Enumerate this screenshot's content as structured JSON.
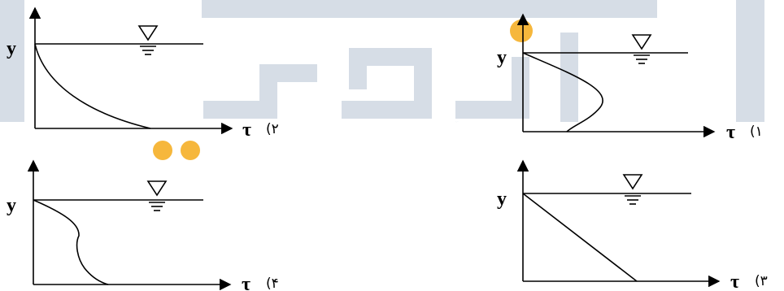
{
  "colors": {
    "watermark_gray": "#d6dde6",
    "watermark_orange": "#f6b73c",
    "ink": "#000000"
  },
  "watermark_text": "اقدم یار",
  "panels": [
    {
      "number": "(۱",
      "y_label": "y",
      "tau_label": "τ",
      "surface_symbol": "water-surface-symbol"
    },
    {
      "number": "(۲",
      "y_label": "y",
      "tau_label": "τ",
      "surface_symbol": "water-surface-symbol"
    },
    {
      "number": "(۳",
      "y_label": "y",
      "tau_label": "τ",
      "surface_symbol": "water-surface-symbol"
    },
    {
      "number": "(۴",
      "y_label": "y",
      "tau_label": "τ",
      "surface_symbol": "water-surface-symbol"
    }
  ]
}
